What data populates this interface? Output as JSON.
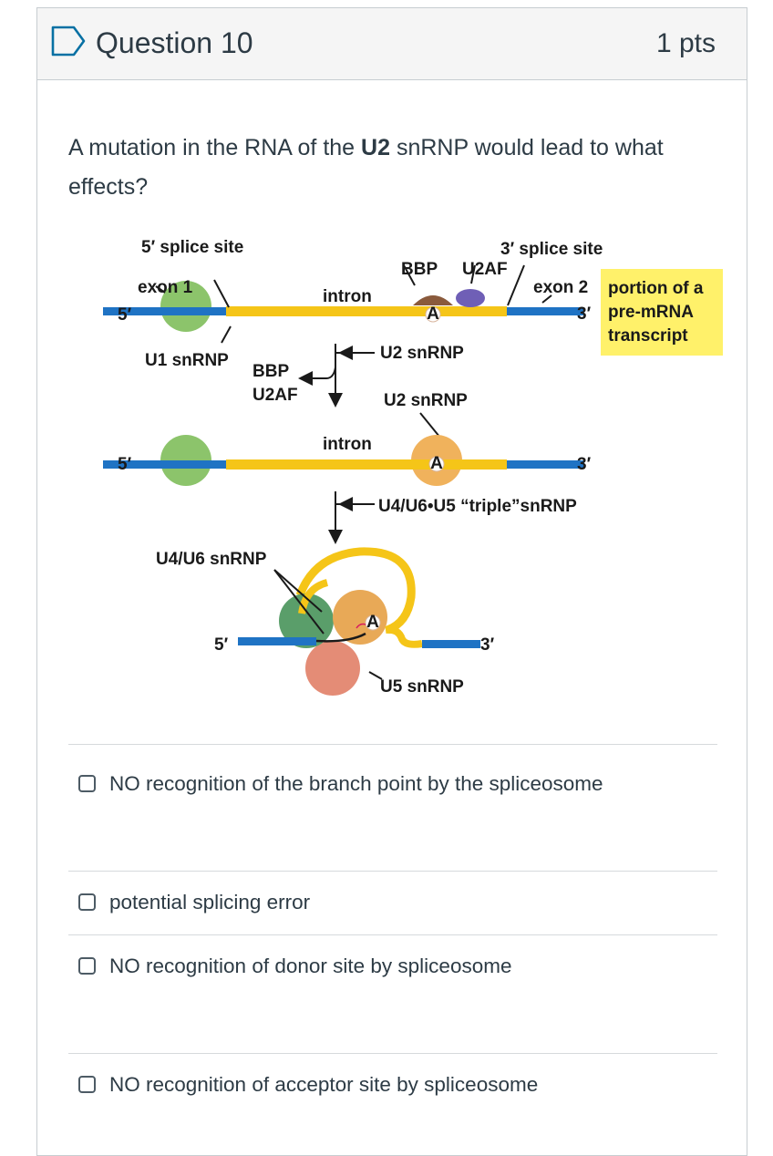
{
  "question": {
    "title": "Question 10",
    "points": "1 pts",
    "text_before": "A mutation in the RNA of the ",
    "text_bold": "U2",
    "text_after": " snRNP would lead to what effects?"
  },
  "diagram": {
    "five_prime_splice_site": "5′ splice site",
    "three_prime_splice_site": "3′ splice site",
    "exon1": "exon 1",
    "exon2": "exon 2",
    "intron": "intron",
    "bbp": "BBP",
    "u2af": "U2AF",
    "five_prime": "5′",
    "three_prime": "3′",
    "branch_a": "A",
    "portion_line1": "portion of a",
    "portion_line2": "pre-mRNA",
    "portion_line3": "transcript",
    "u1_snrnp": "U1 snRNP",
    "u2_snrnp": "U2 snRNP",
    "triple_snrnp": "U4/U6•U5 “triple”snRNP",
    "u4u6_snrnp": "U4/U6 snRNP",
    "u5_snrnp": "U5 snRNP",
    "colors": {
      "exon": "#1f73c4",
      "intron": "#f5c518",
      "u1": "#8cc46b",
      "u2": "#f0b25c",
      "u5": "#e48c76",
      "bbp": "#8a5a3c",
      "u2af": "#6f5fb6",
      "label_box": "#fff16a"
    }
  },
  "answers": [
    {
      "label": "NO recognition of the branch point by the spliceosome"
    },
    {
      "label": "potential splicing error"
    },
    {
      "label": "NO recognition of donor site by spliceosome"
    },
    {
      "label": "NO recognition of acceptor site by spliceosome"
    }
  ]
}
